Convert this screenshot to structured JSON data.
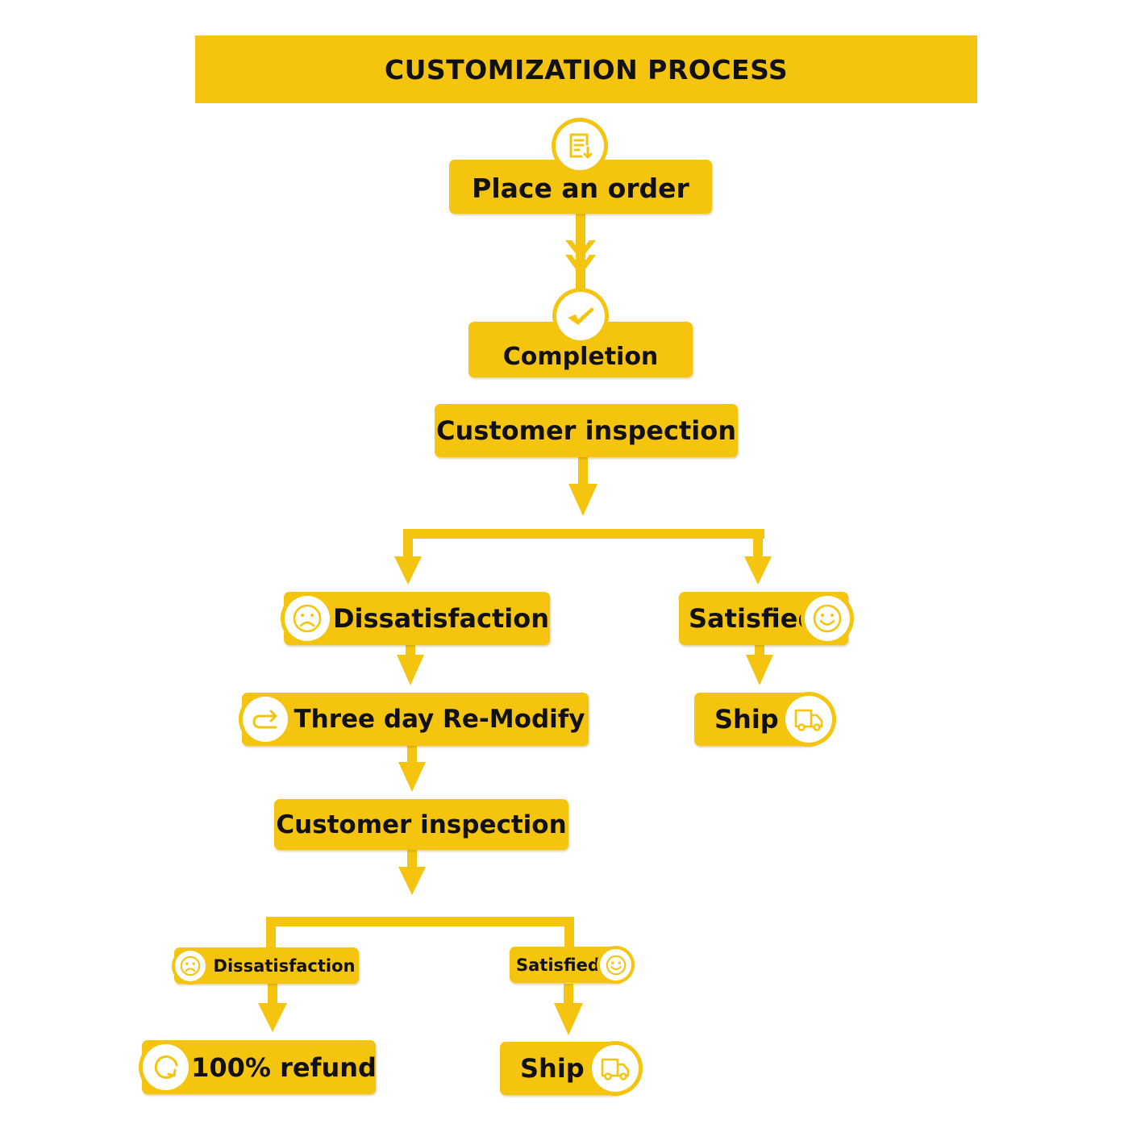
{
  "title": "CUSTOMIZATION PROCESS",
  "steps": {
    "place_order": "Place an order",
    "completion": "Completion",
    "inspection_1": "Customer inspection",
    "dissatisfaction_1": "Dissatisfaction",
    "satisfied_1": "Satisfied",
    "remodify": "Three day Re-Modify",
    "ship_1": "Ship",
    "inspection_2": "Customer inspection",
    "dissatisfaction_2": "Dissatisfaction",
    "satisfied_2": "Satisfied",
    "refund": "100% refund",
    "ship_2": "Ship"
  },
  "icons": {
    "place_order": "document-download-icon",
    "completion": "checkmark-icon",
    "dissatisfaction": "sad-face-icon",
    "satisfied": "smile-face-icon",
    "remodify": "redo-arrow-icon",
    "ship": "delivery-truck-icon",
    "refund": "refresh-icon"
  },
  "colors": {
    "accent": "#F4C40F",
    "text": "#111111",
    "background": "#FFFFFF"
  }
}
